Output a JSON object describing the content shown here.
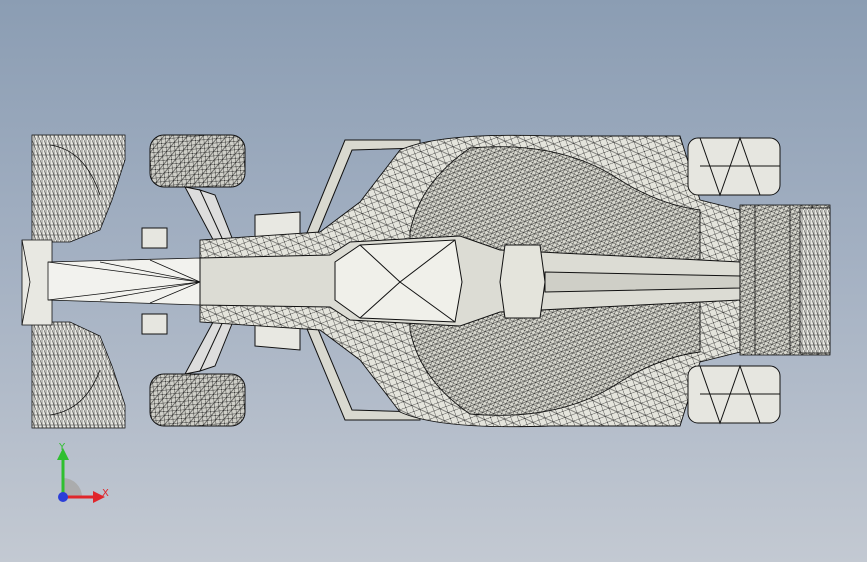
{
  "viewport": {
    "background_top": "#8b9db3",
    "background_bottom": "#c3c9d2",
    "model": "wireframe-top-view"
  },
  "triad": {
    "x_label": "X",
    "y_label": "Y",
    "x_color": "#e0262b",
    "y_color": "#2fbf2f",
    "z_color": "#2b3ed8"
  }
}
